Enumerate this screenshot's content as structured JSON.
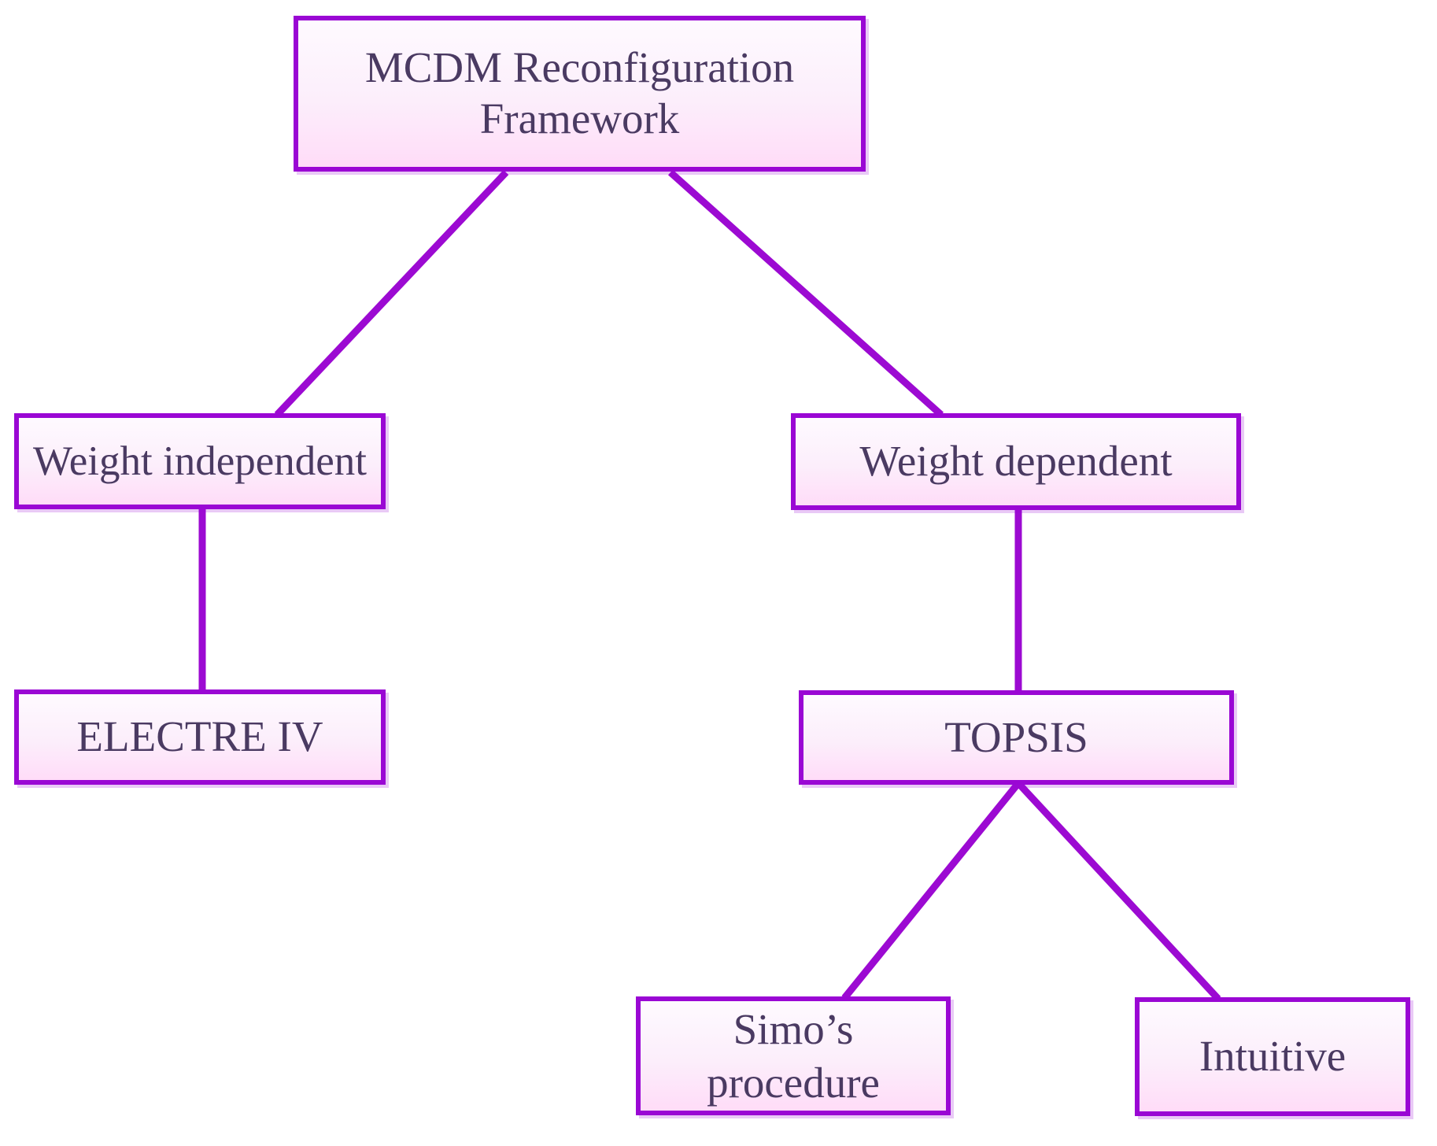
{
  "diagram": {
    "type": "tree",
    "nodes": {
      "root": {
        "label": "MCDM Reconfiguration Framework"
      },
      "weight_independent": {
        "label": "Weight independent"
      },
      "weight_dependent": {
        "label": "Weight dependent"
      },
      "electre_iv": {
        "label": "ELECTRE IV"
      },
      "topsis": {
        "label": "TOPSIS"
      },
      "simos_procedure": {
        "label": "Simo’s procedure"
      },
      "intuitive": {
        "label": "Intuitive"
      }
    },
    "edges": [
      {
        "from": "root",
        "to": "weight_independent"
      },
      {
        "from": "root",
        "to": "weight_dependent"
      },
      {
        "from": "weight_independent",
        "to": "electre_iv"
      },
      {
        "from": "weight_dependent",
        "to": "topsis"
      },
      {
        "from": "topsis",
        "to": "simos_procedure"
      },
      {
        "from": "topsis",
        "to": "intuitive"
      }
    ],
    "colors": {
      "node_border": "#9a07d4",
      "edge_line": "#9c0ad2",
      "node_fill_top": "#fefaff",
      "node_fill_mid": "#fceefb",
      "node_fill_bottom": "#ffdcf8",
      "text": "#4a3a62",
      "background": "#ffffff"
    }
  }
}
